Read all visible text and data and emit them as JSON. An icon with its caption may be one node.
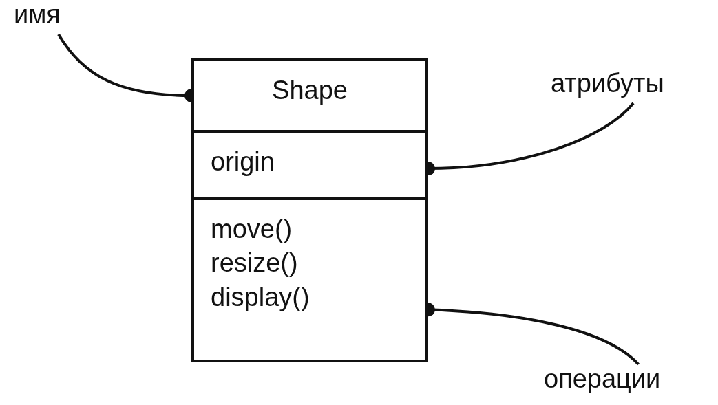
{
  "diagram": {
    "nodes": [
      {
        "text": [
          "имя"
        ]
      },
      {
        "text": [
          "Shape"
        ]
      },
      {
        "text": [
          "атрибуты"
        ]
      },
      {
        "text": [
          "origin"
        ]
      },
      {
        "text": [
          "move() resize() display()"
        ]
      },
      {
        "text": [
          "операции"
        ]
      }
    ],
    "edges": [
      {
        "from": 0,
        "to": 1,
        "arrow": "other"
      },
      {
        "from": 2,
        "to": 3,
        "arrow": "other"
      },
      {
        "from": 5,
        "to": 4,
        "arrow": "other"
      }
    ]
  }
}
